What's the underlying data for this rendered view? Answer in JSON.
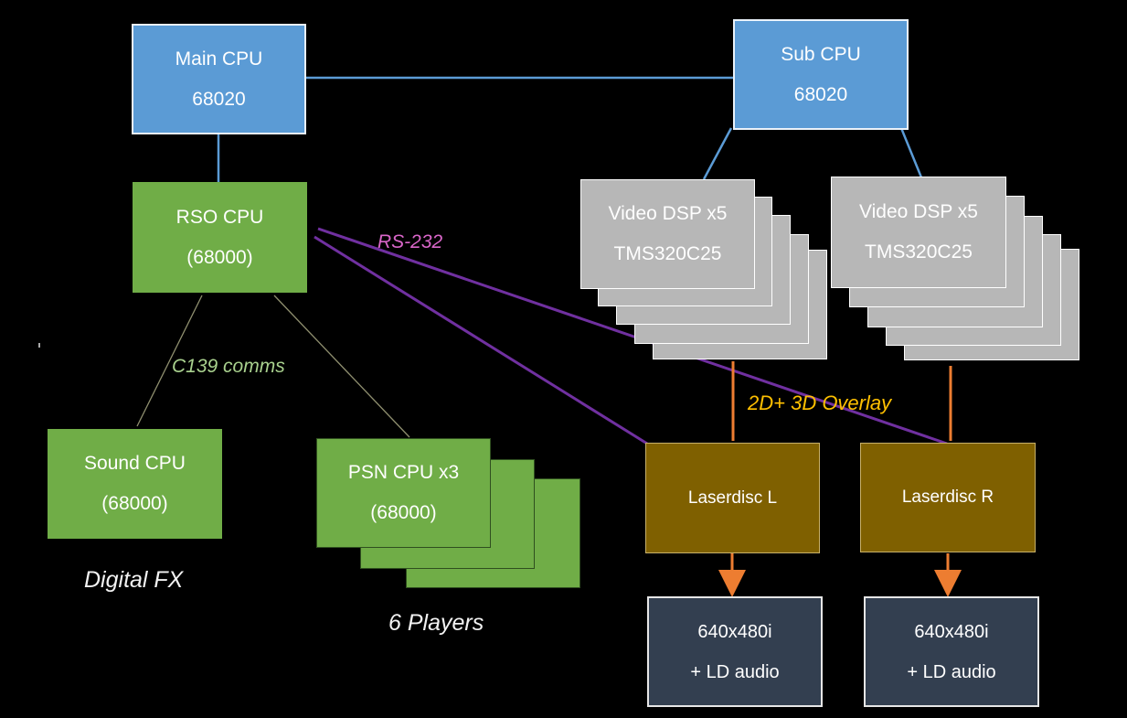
{
  "boxes": {
    "main_cpu": {
      "line1": "Main CPU",
      "line2": "68020"
    },
    "sub_cpu": {
      "line1": "Sub CPU",
      "line2": "68020"
    },
    "rso_cpu": {
      "line1": "RSO CPU",
      "line2": "(68000)"
    },
    "video_dsp_left": {
      "line1": "Video DSP x5",
      "line2": "TMS320C25"
    },
    "video_dsp_right": {
      "line1": "Video DSP x5",
      "line2": "TMS320C25"
    },
    "sound_cpu": {
      "line1": "Sound CPU",
      "line2": "(68000)"
    },
    "psn_cpu": {
      "line1": "PSN CPU x3",
      "line2": "(68000)"
    },
    "laserdisc_left": {
      "line1": "Laserdisc L"
    },
    "laserdisc_right": {
      "line1": "Laserdisc R"
    },
    "output_left": {
      "line1": "640x480i",
      "line2": "+ LD audio"
    },
    "output_right": {
      "line1": "640x480i",
      "line2": "+ LD audio"
    }
  },
  "labels": {
    "rs232": "RS-232",
    "c139": "C139 comms",
    "overlay": "2D+ 3D Overlay",
    "digital_fx": "Digital FX",
    "players": "6 Players"
  },
  "colors": {
    "cpu_blue": "#5b9bd5",
    "cpu_green": "#70ad47",
    "dsp_gray": "#b7b7b7",
    "laserdisc_brown": "#7f6000",
    "output_navy": "#333f50",
    "rs232_line": "#7030a0",
    "overlay_arrow": "#ed7d31"
  }
}
